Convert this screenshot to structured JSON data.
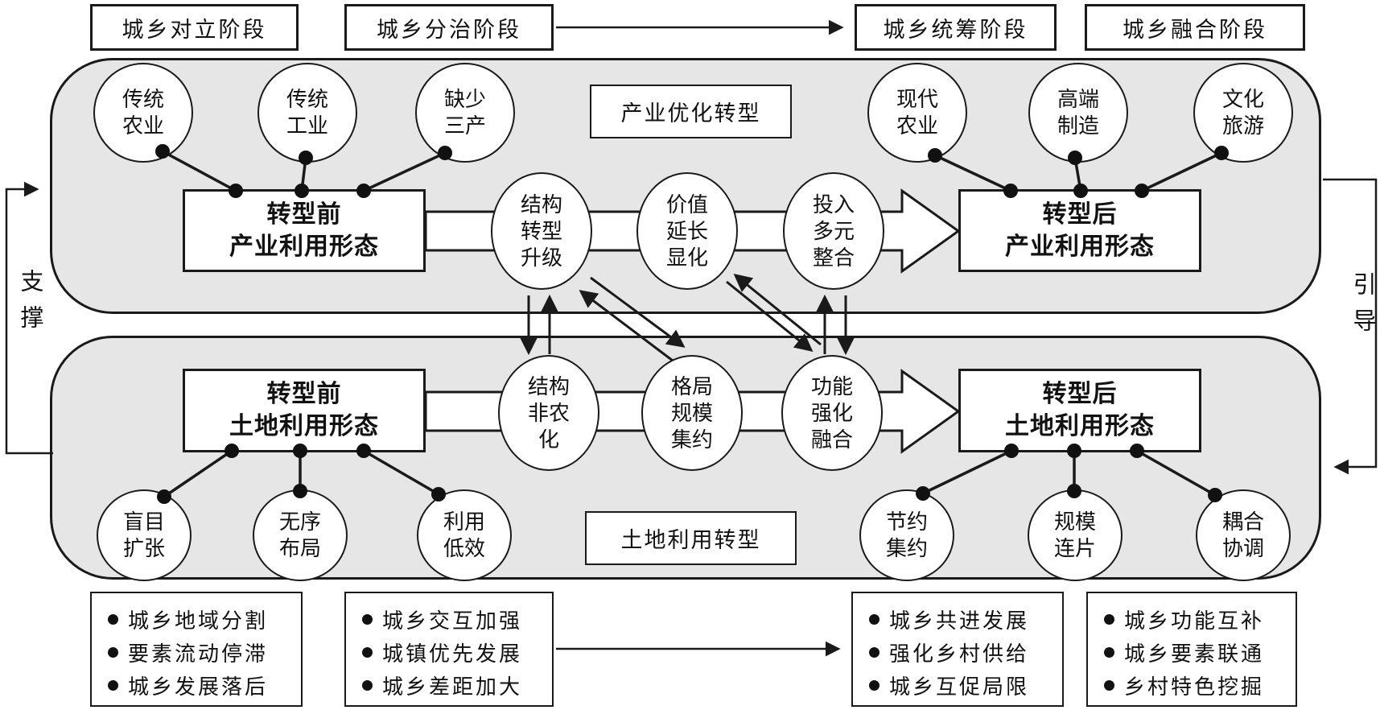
{
  "colors": {
    "container_fill": "#e6e6e6",
    "stroke": "#1a1a1a",
    "box_fill": "#ffffff"
  },
  "stages": [
    {
      "label": "城乡对立阶段"
    },
    {
      "label": "城乡分治阶段"
    },
    {
      "label": "城乡统筹阶段"
    },
    {
      "label": "城乡融合阶段"
    }
  ],
  "industry": {
    "section_label": "产业优化转型",
    "before": {
      "line1": "转型前",
      "line2": "产业利用形态"
    },
    "after": {
      "line1": "转型后",
      "line2": "产业利用形态"
    },
    "before_features": [
      {
        "line1": "传统",
        "line2": "农业"
      },
      {
        "line1": "传统",
        "line2": "工业"
      },
      {
        "line1": "缺少",
        "line2": "三产"
      }
    ],
    "after_features": [
      {
        "line1": "现代",
        "line2": "农业"
      },
      {
        "line1": "高端",
        "line2": "制造"
      },
      {
        "line1": "文化",
        "line2": "旅游"
      }
    ],
    "mechanisms": [
      {
        "line1": "结构",
        "line2": "转型",
        "line3": "升级"
      },
      {
        "line1": "价值",
        "line2": "延长",
        "line3": "显化"
      },
      {
        "line1": "投入",
        "line2": "多元",
        "line3": "整合"
      }
    ]
  },
  "land": {
    "section_label": "土地利用转型",
    "before": {
      "line1": "转型前",
      "line2": "土地利用形态"
    },
    "after": {
      "line1": "转型后",
      "line2": "土地利用形态"
    },
    "before_features": [
      {
        "line1": "盲目",
        "line2": "扩张"
      },
      {
        "line1": "无序",
        "line2": "布局"
      },
      {
        "line1": "利用",
        "line2": "低效"
      }
    ],
    "after_features": [
      {
        "line1": "节约",
        "line2": "集约"
      },
      {
        "line1": "规模",
        "line2": "连片"
      },
      {
        "line1": "耦合",
        "line2": "协调"
      }
    ],
    "mechanisms": [
      {
        "line1": "结构",
        "line2": "非农",
        "line3": "化"
      },
      {
        "line1": "格局",
        "line2": "规模",
        "line3": "集约"
      },
      {
        "line1": "功能",
        "line2": "强化",
        "line3": "融合"
      }
    ]
  },
  "side_labels": {
    "left": "支撑",
    "right": "引导"
  },
  "stage_notes": [
    {
      "items": [
        "城乡地域分割",
        "要素流动停滞",
        "城乡发展落后"
      ]
    },
    {
      "items": [
        "城乡交互加强",
        "城镇优先发展",
        "城乡差距加大"
      ]
    },
    {
      "items": [
        "城乡共进发展",
        "强化乡村供给",
        "城乡互促局限"
      ]
    },
    {
      "items": [
        "城乡功能互补",
        "城乡要素联通",
        "乡村特色挖掘"
      ]
    }
  ]
}
